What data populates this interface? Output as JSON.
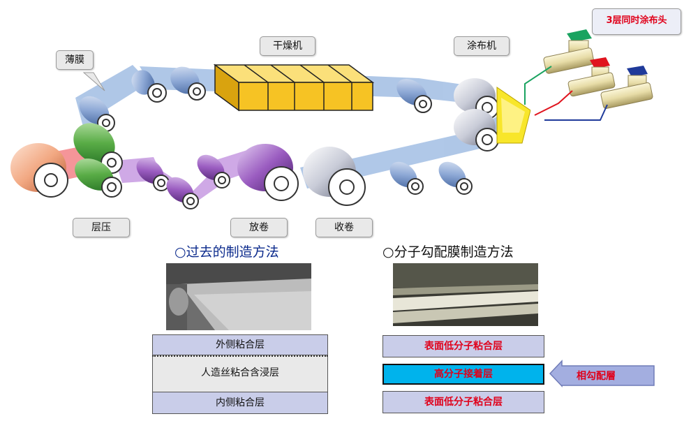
{
  "labels": {
    "film": "薄膜",
    "dryer": "干燥机",
    "coater": "涂布机",
    "head3": "3层同时涂布头",
    "laminate": "层压",
    "unwind": "放卷",
    "rewind": "收卷"
  },
  "past": {
    "title": "○过去的制造方法",
    "layers": [
      "外侧粘合层",
      "人造丝粘合含浸层",
      "内侧粘合层"
    ]
  },
  "newmethod": {
    "title": "○分子勾配膜制造方法",
    "layers": [
      "表面低分子粘合层",
      "高分子接着层",
      "表面低分子粘合层"
    ],
    "arrow_label": "相勾配層"
  },
  "colors": {
    "film_path": "#a9c3e6",
    "dryer": "#f6c324",
    "roll_blue": "#7d9fd0",
    "roll_green": "#59ac46",
    "roll_purple": "#9a5cc0",
    "roll_orange": "#f2a882",
    "red_text": "#e0001a",
    "cyan_layer": "#00b3ec"
  }
}
